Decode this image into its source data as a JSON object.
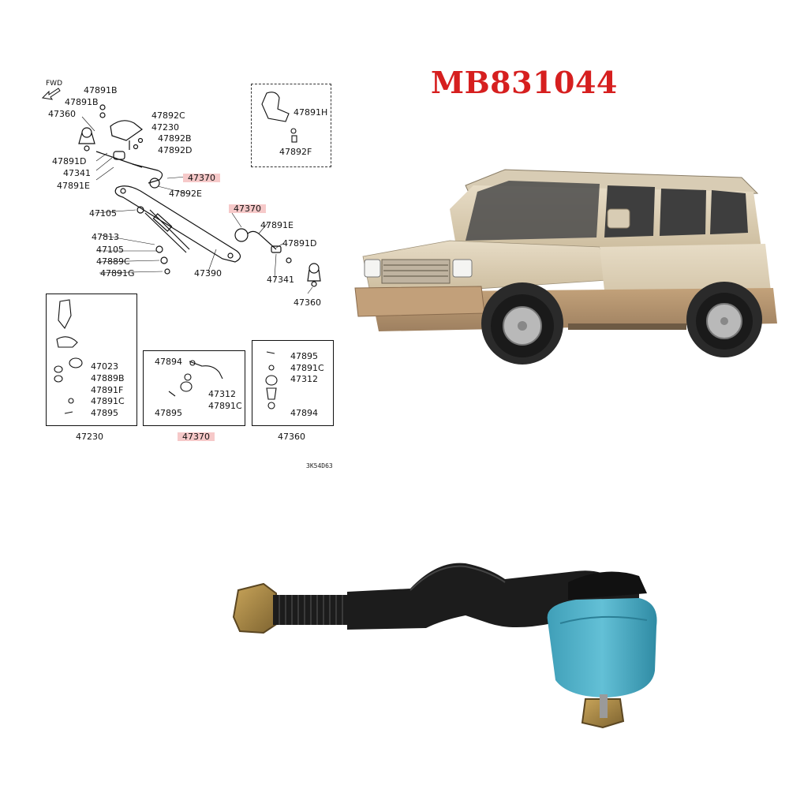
{
  "title": "MB831044",
  "diagram": {
    "fwd_label": "FWD",
    "drawing_code": "3K54D63",
    "main_labels": {
      "p47891b_a": "47891B",
      "p47891b_b": "47891B",
      "p47360_top": "47360",
      "p47892c": "47892C",
      "p47230": "47230",
      "p47892b": "47892B",
      "p47892d": "47892D",
      "p47891d_left": "47891D",
      "p47341_left": "47341",
      "p47370_top": "47370",
      "p47891e_left": "47891E",
      "p47892e": "47892E",
      "p47105_a": "47105",
      "p47370_right": "47370",
      "p47891e_right": "47891E",
      "p47813": "47813",
      "p47891d_right": "47891D",
      "p47105_b": "47105",
      "p47889c": "47889C",
      "p47891g": "47891G",
      "p47390": "47390",
      "p47341_right": "47341",
      "p47360_right": "47360"
    },
    "inset_top": {
      "p47891h": "47891H",
      "p47892f": "47892F"
    },
    "box_47230": {
      "p47023": "47023",
      "p47889b": "47889B",
      "p47891f": "47891F",
      "p47891c": "47891C",
      "p47895": "47895",
      "caption": "47230"
    },
    "box_47370": {
      "p47894": "47894",
      "p47312": "47312",
      "p47891c": "47891C",
      "p47895": "47895",
      "caption": "47370"
    },
    "box_47360": {
      "p47895": "47895",
      "p47891c": "47891C",
      "p47312": "47312",
      "p47894": "47894",
      "caption": "47360"
    }
  },
  "colors": {
    "title_red": "#d61f1f",
    "highlight_pink": "#f6c9c9",
    "boot_blue": "#4fb0c8",
    "arm_black": "#1c1c1c",
    "car_beige": "#d8ccb4"
  }
}
